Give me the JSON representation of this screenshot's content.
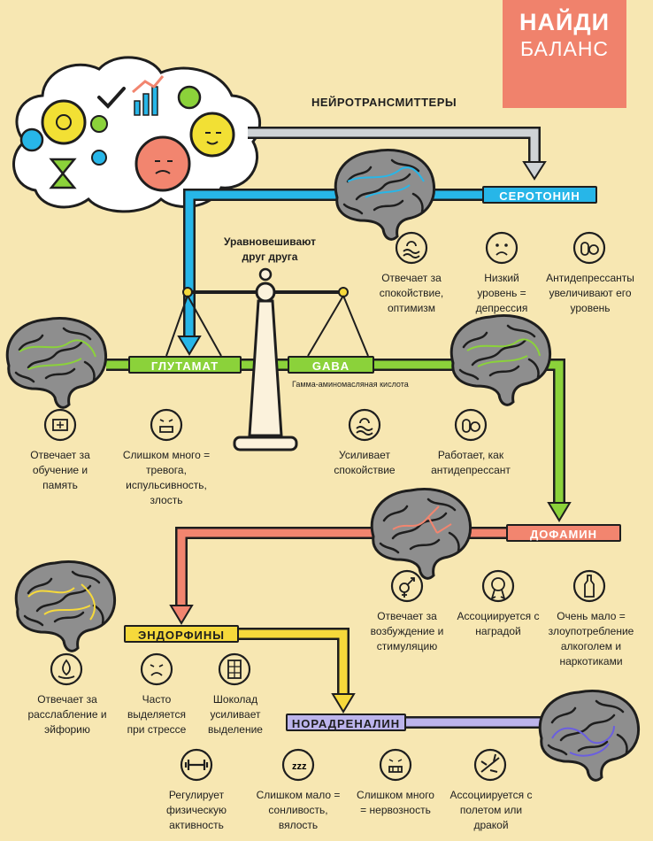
{
  "banner": {
    "line1": "НАЙДИ",
    "line2": "БАЛАНС"
  },
  "title": "НЕЙРОТРАНСМИТТЕРЫ",
  "balance_text": "Уравновешивают друг друга",
  "colors": {
    "background": "#f7e7b2",
    "serotonin": "#27b6e8",
    "glutamate": "#8bd23a",
    "gaba": "#8bd23a",
    "dopamine": "#f2856f",
    "endorphins": "#f6d93b",
    "noradrenaline": "#bcb4ec",
    "banner": "#f0826c"
  },
  "serotonin": {
    "label": "СЕРОТОНИН",
    "facts": [
      {
        "icon": "sea-calm-icon",
        "text": "Отвечает за спокойствие, оптимизм"
      },
      {
        "icon": "sad-face-icon",
        "text": "Низкий уровень = депрессия"
      },
      {
        "icon": "pills-icon",
        "text": "Антидепрессанты увеличивают его уровень"
      }
    ]
  },
  "glutamate": {
    "label": "ГЛУТАМАТ",
    "facts": [
      {
        "icon": "memory-icon",
        "text": "Отвечает за обучение и память"
      },
      {
        "icon": "angry-face-icon",
        "text": "Слишком много = тревога, испульсивность, злость"
      }
    ]
  },
  "gaba": {
    "label": "GABA",
    "subtitle": "Гамма-аминомасляная кислота",
    "facts": [
      {
        "icon": "sea-calm-icon",
        "text": "Усиливает спокойствие"
      },
      {
        "icon": "pills-icon",
        "text": "Работает, как антидепрессант"
      }
    ]
  },
  "dopamine": {
    "label": "ДОФАМИН",
    "facts": [
      {
        "icon": "gender-symbols-icon",
        "text": "Отвечает за возбуждение и стимуляцию"
      },
      {
        "icon": "medal-icon",
        "text": "Ассоциируется с наградой"
      },
      {
        "icon": "bottle-icon",
        "text": "Очень мало = злоупотребление алкоголем и наркотиками"
      }
    ]
  },
  "endorphins": {
    "label": "ЭНДОРФИНЫ",
    "facts": [
      {
        "icon": "relax-drop-icon",
        "text": "Отвечает за расслабление и эйфорию"
      },
      {
        "icon": "stressed-face-icon",
        "text": "Часто выделяется при стрессе"
      },
      {
        "icon": "chocolate-icon",
        "text": "Шоколад усиливает выделение"
      }
    ]
  },
  "noradrenaline": {
    "label": "НОРАДРЕНАЛИН",
    "facts": [
      {
        "icon": "dumbbell-icon",
        "text": "Регулирует физическую активность"
      },
      {
        "icon": "sleep-zzz-icon",
        "text": "Слишком мало = сонливость, вялость"
      },
      {
        "icon": "grimace-face-icon",
        "text": "Слишком много = нервозность"
      },
      {
        "icon": "airplane-icon",
        "text": "Ассоциируется с полетом или дракой"
      }
    ]
  }
}
